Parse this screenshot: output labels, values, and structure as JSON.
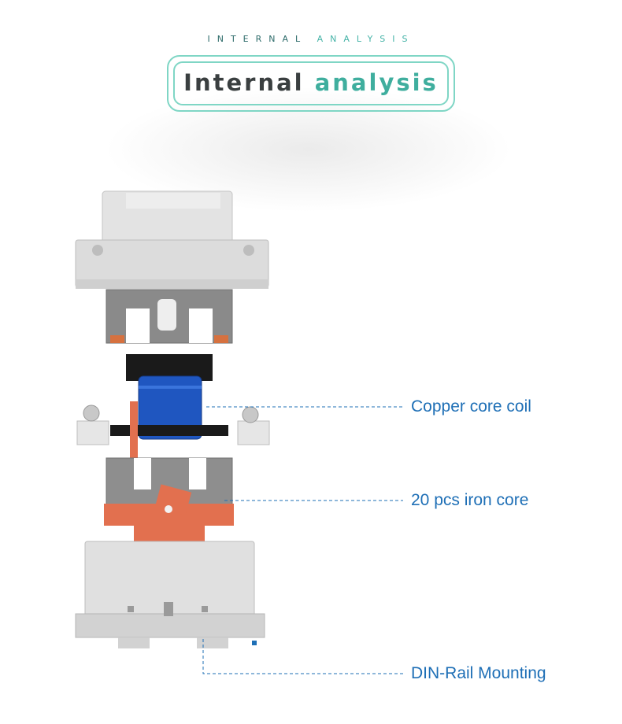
{
  "header": {
    "subtitle_part1": "INTERNAL",
    "subtitle_part2": "ANALYSIS",
    "title_part1": "Internal",
    "title_part2": "analysis"
  },
  "callouts": {
    "coil": "Copper core coil",
    "iron_core": "20 pcs iron core",
    "din_rail": "DIN-Rail Mounting"
  },
  "colors": {
    "teal_accent": "#3fae9e",
    "frame": "#7fd6c5",
    "callout_blue": "#1e6fb6",
    "coil_blue": "#1f56c0",
    "housing_grey": "#d9d9d9",
    "base_orange": "#e2704f"
  }
}
